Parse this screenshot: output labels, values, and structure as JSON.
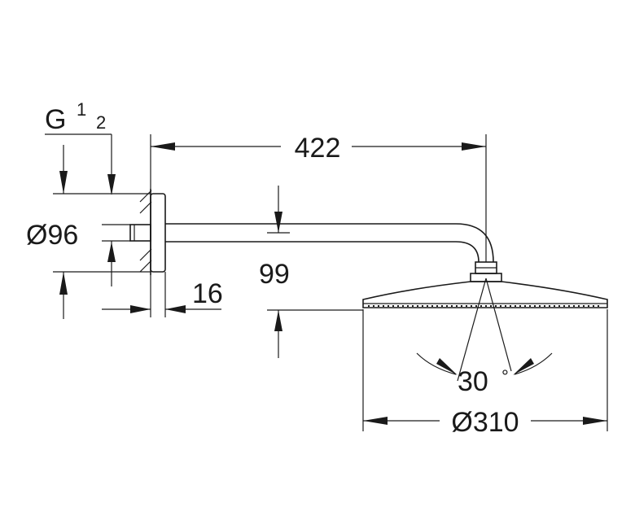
{
  "thread": {
    "prefix": "G",
    "numerator": "1",
    "denominator": "2"
  },
  "dimensions": {
    "total_length": "422",
    "flange_diameter": "Ø96",
    "flange_depth": "16",
    "drop": "99",
    "tilt_angle": "30",
    "degree_sign": "°",
    "head_diameter": "Ø310"
  }
}
